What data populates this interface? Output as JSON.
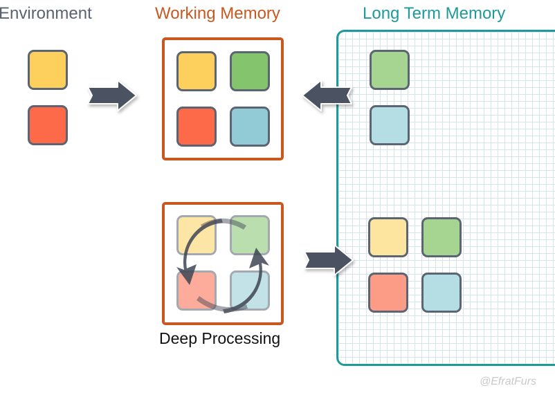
{
  "titles": {
    "environment": "Environment",
    "working_memory": "Working Memory",
    "long_term_memory": "Long Term Memory",
    "deep_processing": "Deep Processing"
  },
  "credit": "@EfratFurs",
  "colors": {
    "yellow": "#fdd05d",
    "red": "#fc6a4a",
    "green": "#84c46c",
    "blue": "#92cbd6",
    "block_border": "#5b6472",
    "wm_border": "#c8581f",
    "ltm_border": "#1e9a9a",
    "arrow": "#4b5262"
  },
  "icons": {
    "arrow": "block-arrow-icon",
    "cycle": "cycle-arrows-icon"
  }
}
